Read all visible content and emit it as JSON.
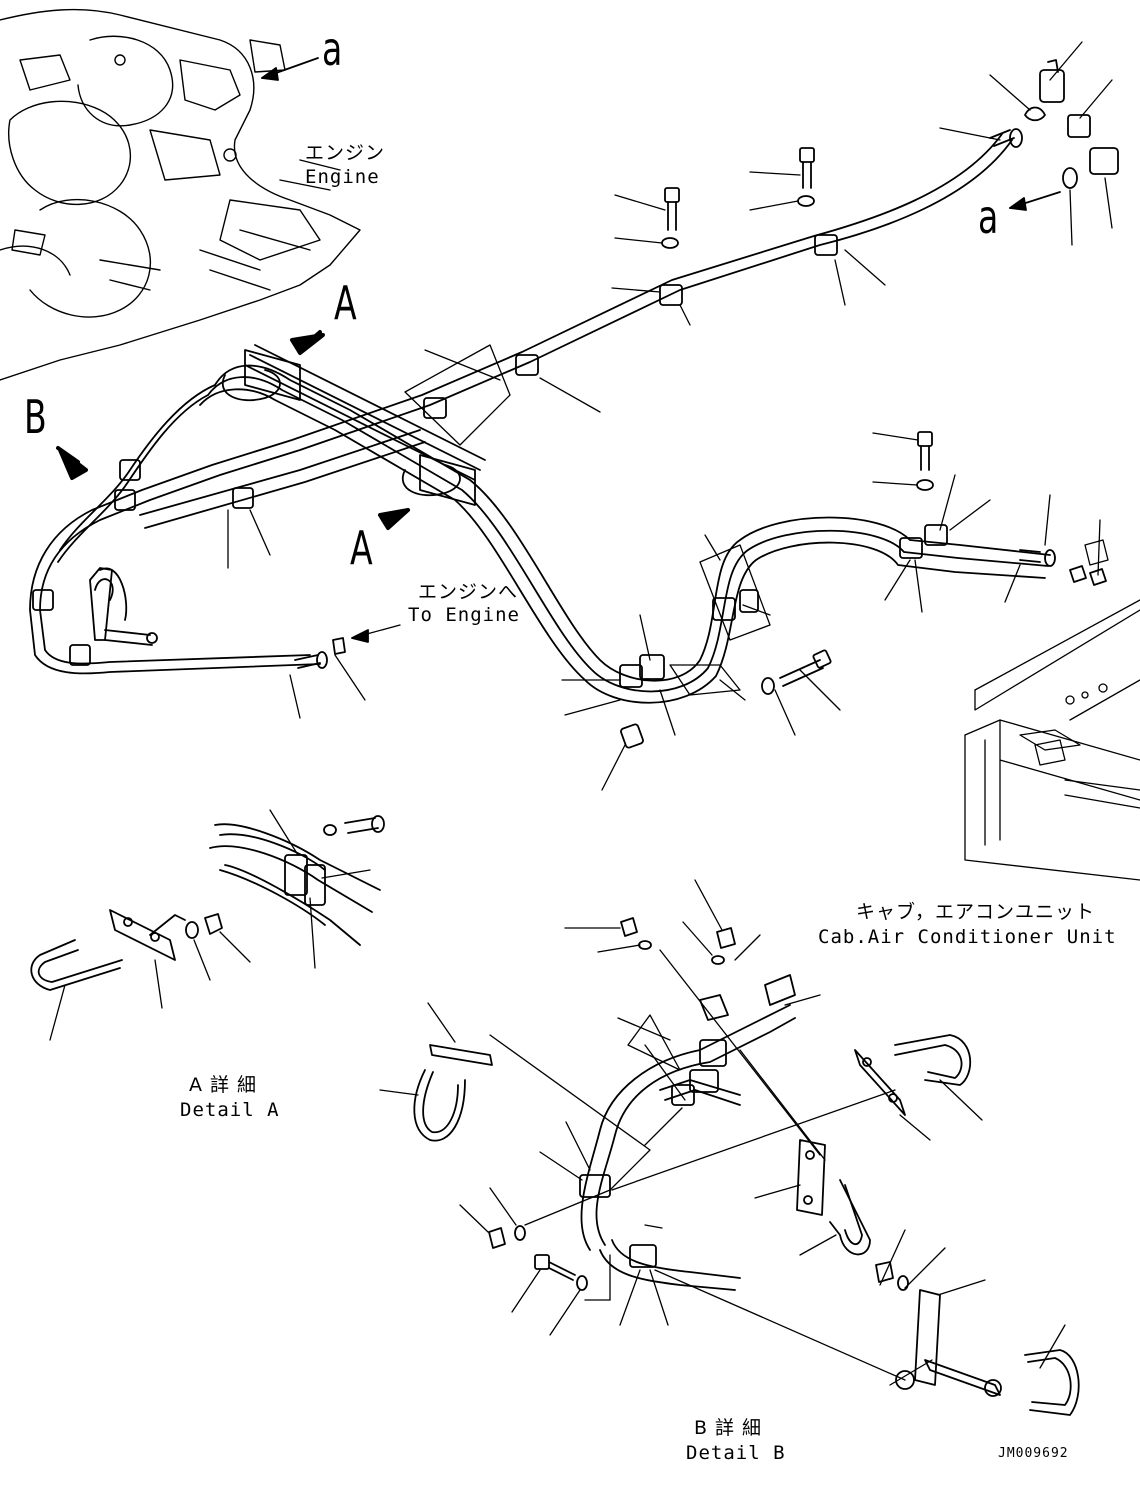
{
  "labels": {
    "engine_jp": "エンジン",
    "engine_en": "Engine",
    "to_engine_jp": "エンジンへ",
    "to_engine_en": "To Engine",
    "cab_jp": "キャブ，エアコンユニット",
    "cab_en": "Cab.Air Conditioner Unit",
    "detail_a_jp": "A 詳 細",
    "detail_a_en": "Detail A",
    "detail_b_jp": "B 詳 細",
    "detail_b_en": "Detail B",
    "callout_a_top": "a",
    "callout_a_right": "a",
    "view_a_top": "A",
    "view_a_mid": "A",
    "view_b": "B",
    "drawing_no": "JM009692"
  },
  "colors": {
    "line": "#000000",
    "background": "#ffffff"
  }
}
